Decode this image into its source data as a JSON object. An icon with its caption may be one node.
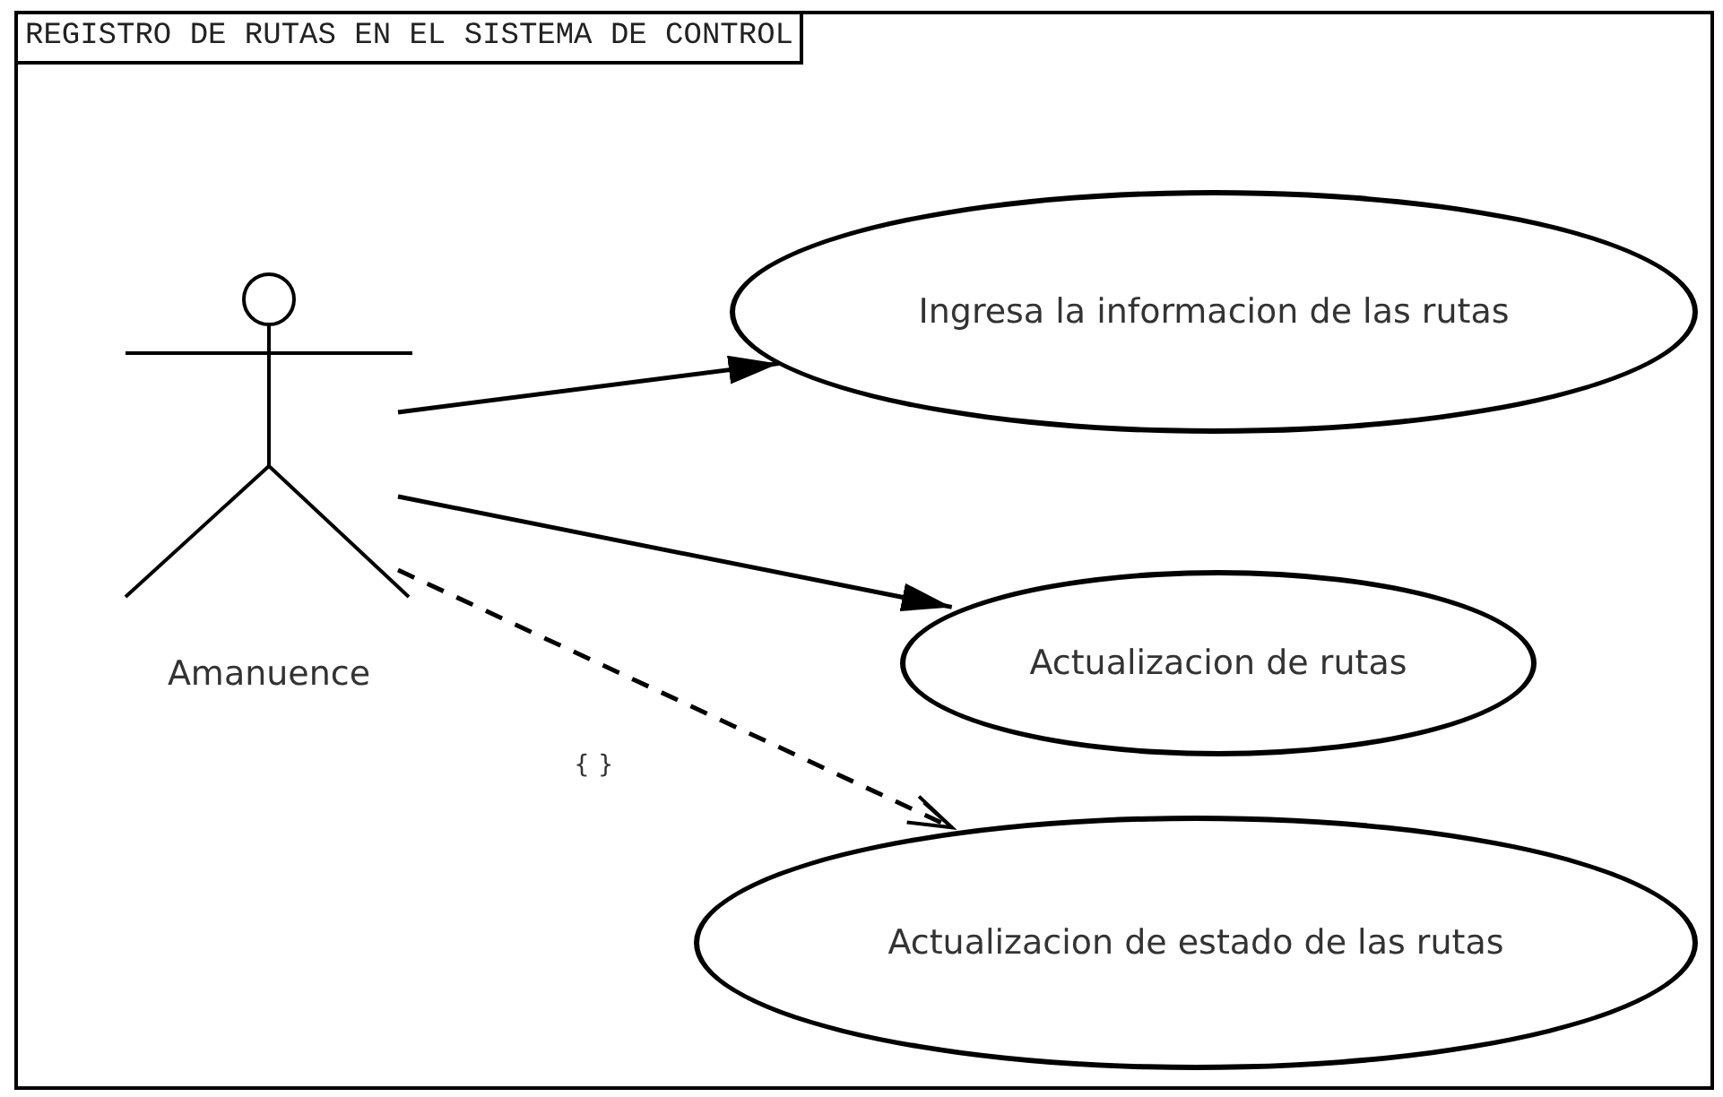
{
  "diagram": {
    "nodes": [
      {
        "text": [
          "REGISTRO DE RUTAS EN EL SISTEMA DE CONTROL"
        ]
      },
      {
        "text": [
          "Amanuence"
        ],
        "in": 0
      },
      {
        "text": [
          "Ingresa la informacion de las rutas"
        ],
        "in": 0
      },
      {
        "text": [
          "Actualizacion de rutas"
        ],
        "in": 0
      },
      {
        "text": [
          "Actualizacion de estado de las rutas"
        ],
        "in": 0
      }
    ],
    "edges": [
      {
        "from": 1,
        "to": 2,
        "arrow": "to"
      },
      {
        "from": 1,
        "to": 3,
        "arrow": "to"
      },
      {
        "from": 1,
        "to": 4,
        "arrow": "to",
        "style": "dashed",
        "label": "{ }"
      }
    ]
  }
}
